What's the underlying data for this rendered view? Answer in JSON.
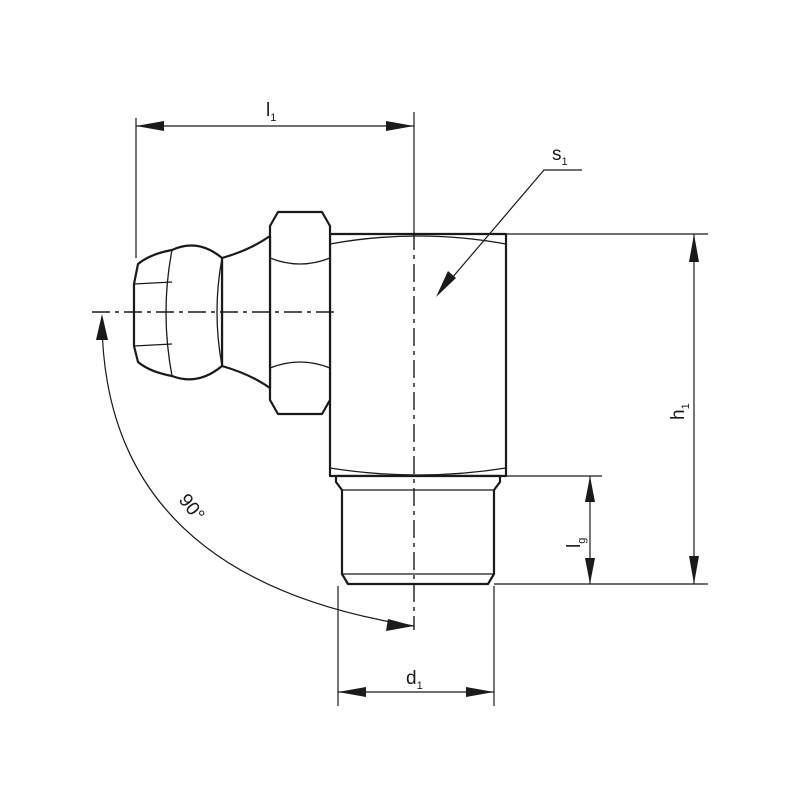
{
  "dimensions": {
    "l1": {
      "main": "l",
      "sub": "1"
    },
    "s1": {
      "main": "s",
      "sub": "1"
    },
    "h1": {
      "main": "h",
      "sub": "1"
    },
    "lg": {
      "main": "l",
      "sub": "g"
    },
    "d1": {
      "main": "d",
      "sub": "1"
    },
    "angle": "90°"
  },
  "colors": {
    "line": "#1a1a1a",
    "background": "#ffffff"
  }
}
